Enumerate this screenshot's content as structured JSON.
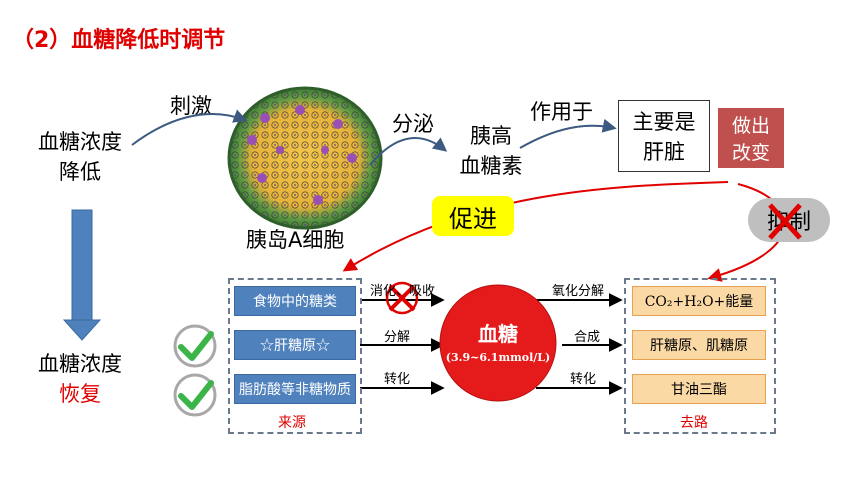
{
  "title": "（2）血糖降低时调节",
  "left_top": {
    "line1": "血糖浓度",
    "line2": "降低"
  },
  "left_bottom": {
    "line1": "血糖浓度",
    "line2": "恢复"
  },
  "stimulus_label": "刺激",
  "islet_label": "胰岛A细胞",
  "secrete_label": "分泌",
  "hormone": {
    "line1": "胰高",
    "line2": "血糖素"
  },
  "acts_on_label": "作用于",
  "liver_box": {
    "line1": "主要是",
    "line2": "肝脏"
  },
  "change_box": {
    "line1": "做出",
    "line2": "改变"
  },
  "promote_label": "促进",
  "inhibit_label": "抑制",
  "sources": {
    "label": "来源",
    "items": [
      "食物中的糖类",
      "☆肝糖原☆",
      "脂肪酸等非糖物质"
    ],
    "arrow_labels": [
      "消化、吸收",
      "分解",
      "转化"
    ]
  },
  "blood_sugar": {
    "label": "血糖",
    "range": "(3.9~6.1mmol/L)"
  },
  "sinks": {
    "label": "去路",
    "items": [
      "CO₂+H₂O+能量",
      "肝糖原、肌糖原",
      "甘油三酯"
    ],
    "arrow_labels": [
      "氧化分解",
      "合成",
      "转化"
    ]
  },
  "colors": {
    "red": "#e00000",
    "blue_box": "#4f81bd",
    "orange_box": "#fbd9a5",
    "change_box": "#c0504d",
    "promote_bg": "#ffff00",
    "check_green": "#3bb54a"
  }
}
